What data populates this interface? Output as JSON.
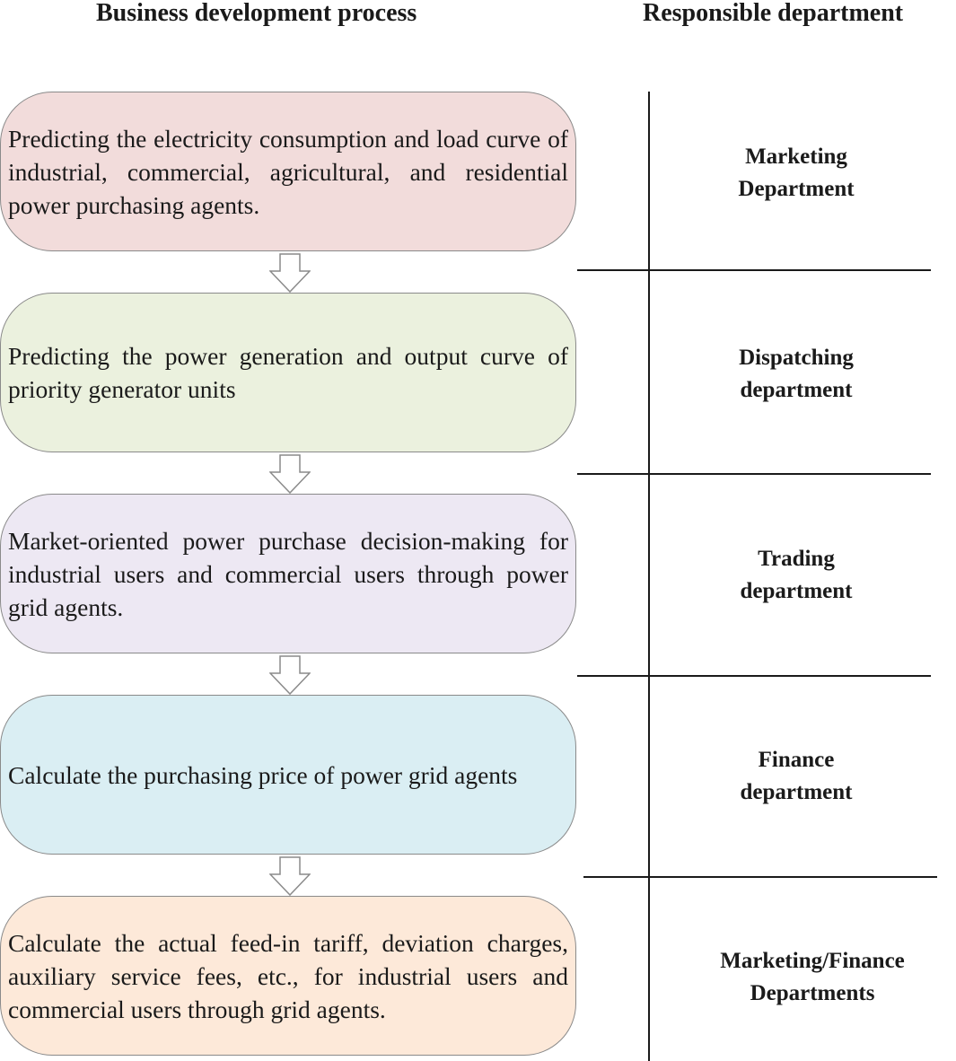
{
  "headers": {
    "process": "Business development process",
    "department": "Responsible department"
  },
  "steps": [
    {
      "text": "Predicting the electricity consumption and load curve of industrial, commercial, agricultural, and residential power purchasing agents.",
      "fill": "#f2dcdb"
    },
    {
      "text": "Predicting the power generation and output curve of priority generator units",
      "fill": "#ebf1de"
    },
    {
      "text": "Market-oriented power purchase decision-making for industrial users and commercial users through power grid agents.",
      "fill": "#ede8f3"
    },
    {
      "text": "Calculate the purchasing price of power grid agents",
      "fill": "#daeef3"
    },
    {
      "text": "Calculate the actual feed-in tariff, deviation charges, auxiliary service fees, etc., for industrial users and commercial users through grid agents.",
      "fill": "#fde9d9"
    }
  ],
  "departments": [
    {
      "line1": "Marketing",
      "line2": "Department"
    },
    {
      "line1": "Dispatching",
      "line2": "department"
    },
    {
      "line1": "Trading",
      "line2": "department"
    },
    {
      "line1": "Finance",
      "line2": "department"
    },
    {
      "line1": "Marketing/Finance",
      "line2": "Departments"
    }
  ],
  "colors": {
    "line": "#1a1a1a",
    "box_border": "#8a8a8a",
    "arrow_border": "#8a8a8a"
  }
}
